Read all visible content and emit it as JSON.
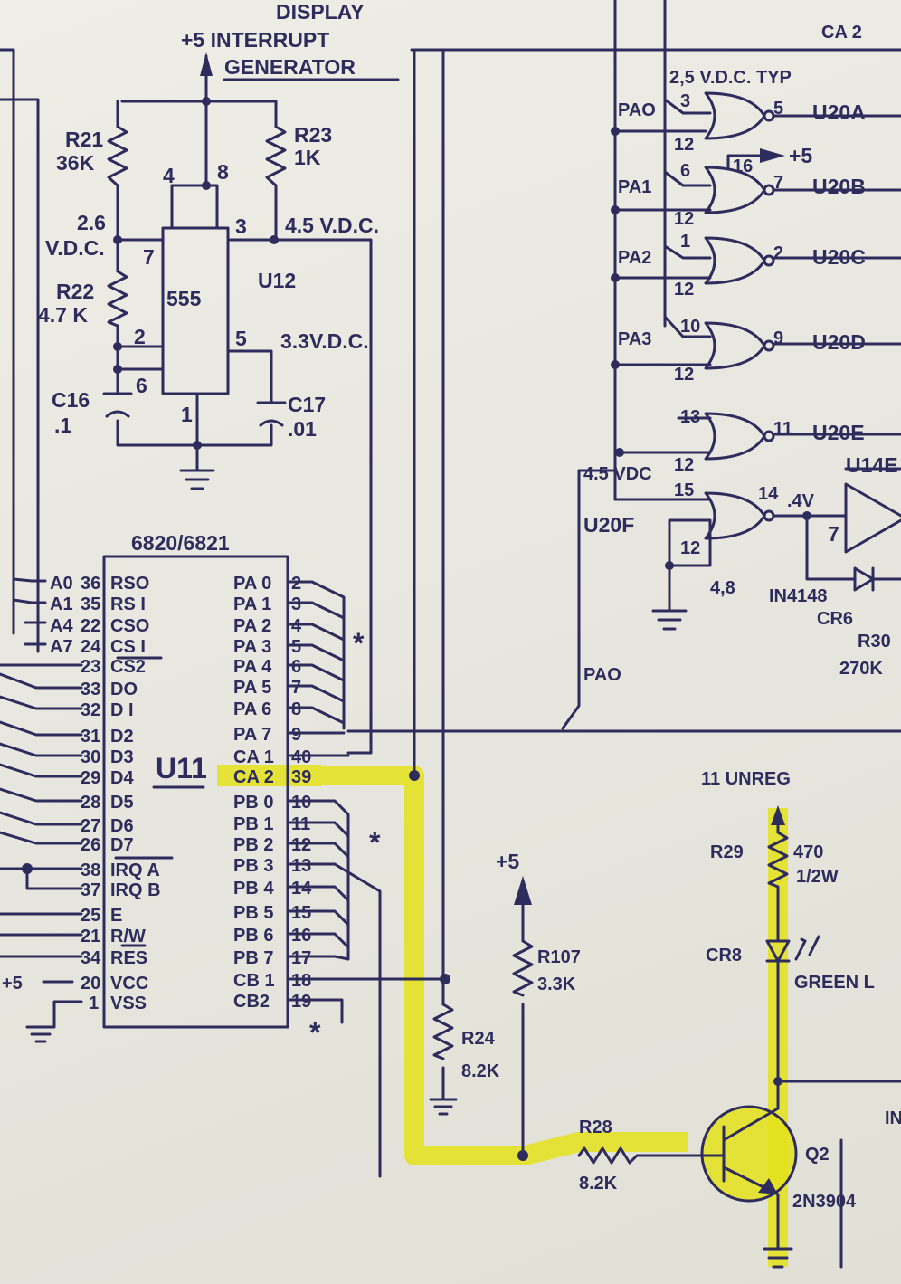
{
  "title_block": {
    "line1": "DISPLAY",
    "line2": "+5 INTERRUPT",
    "line3": "GENERATOR"
  },
  "timer": {
    "chip": "555",
    "ref": "U12",
    "r21": "R21",
    "r21_val": "36K",
    "r23": "R23",
    "r23_val": "1K",
    "r22": "R22",
    "r22_val": "4.7 K",
    "c16": "C16",
    "c16_val": ".1",
    "c17": "C17",
    "c17_val": ".01",
    "v_pin7_a": "2.6",
    "v_pin7_b": "V.D.C.",
    "v_pin3": "4.5 V.D.C.",
    "v_pin5": "3.3V.D.C.",
    "pins": {
      "p4": "4",
      "p8": "8",
      "p3": "3",
      "p7": "7",
      "p2": "2",
      "p6": "6",
      "p5": "5",
      "p1": "1"
    }
  },
  "pia": {
    "part": "6820/6821",
    "ref": "U11",
    "left_pins": [
      {
        "sig": "A0",
        "num": "36",
        "name": "RSO"
      },
      {
        "sig": "A1",
        "num": "35",
        "name": "RS I"
      },
      {
        "sig": "A4",
        "num": "22",
        "name": "CSO"
      },
      {
        "sig": "A7",
        "num": "24",
        "name": "CS I"
      },
      {
        "sig": "",
        "num": "23",
        "name": "CS2"
      },
      {
        "sig": "",
        "num": "33",
        "name": "DO"
      },
      {
        "sig": "",
        "num": "32",
        "name": "D I"
      },
      {
        "sig": "",
        "num": "31",
        "name": "D2"
      },
      {
        "sig": "",
        "num": "30",
        "name": "D3"
      },
      {
        "sig": "",
        "num": "29",
        "name": "D4"
      },
      {
        "sig": "",
        "num": "28",
        "name": "D5"
      },
      {
        "sig": "",
        "num": "27",
        "name": "D6"
      },
      {
        "sig": "",
        "num": "26",
        "name": "D7"
      },
      {
        "sig": "",
        "num": "38",
        "name": "IRQ A"
      },
      {
        "sig": "",
        "num": "37",
        "name": "IRQ B"
      },
      {
        "sig": "",
        "num": "25",
        "name": "E"
      },
      {
        "sig": "",
        "num": "21",
        "name": "R/W"
      },
      {
        "sig": "",
        "num": "34",
        "name": "RES"
      },
      {
        "sig": "+5",
        "num": "20",
        "name": "VCC"
      },
      {
        "sig": "",
        "num": "1",
        "name": "VSS"
      }
    ],
    "right_pins": [
      {
        "name": "PA 0",
        "num": "2"
      },
      {
        "name": "PA 1",
        "num": "3"
      },
      {
        "name": "PA 2",
        "num": "4"
      },
      {
        "name": "PA 3",
        "num": "5"
      },
      {
        "name": "PA 4",
        "num": "6"
      },
      {
        "name": "PA 5",
        "num": "7"
      },
      {
        "name": "PA 6",
        "num": "8"
      },
      {
        "name": "PA 7",
        "num": "9"
      },
      {
        "name": "CA 1",
        "num": "40"
      },
      {
        "name": "CA 2",
        "num": "39"
      },
      {
        "name": "PB 0",
        "num": "10"
      },
      {
        "name": "PB 1",
        "num": "11"
      },
      {
        "name": "PB 2",
        "num": "12"
      },
      {
        "name": "PB 3",
        "num": "13"
      },
      {
        "name": "PB 4",
        "num": "14"
      },
      {
        "name": "PB 5",
        "num": "15"
      },
      {
        "name": "PB 6",
        "num": "16"
      },
      {
        "name": "PB 7",
        "num": "17"
      },
      {
        "name": "CB 1",
        "num": "18"
      },
      {
        "name": "CB2",
        "num": "19"
      }
    ],
    "star": "*"
  },
  "gates": {
    "ca2_label": "CA 2",
    "typ": "2,5 V.D.C. TYP",
    "plus5": "+5",
    "pin16": "16",
    "list": [
      {
        "ref": "U20A",
        "in_label": "PAO",
        "in1": "3",
        "in2": "12",
        "out": "5"
      },
      {
        "ref": "U20B",
        "in_label": "PA1",
        "in1": "6",
        "in2": "12",
        "out": "7"
      },
      {
        "ref": "U20C",
        "in_label": "PA2",
        "in1": "1",
        "in2": "12",
        "out": "2"
      },
      {
        "ref": "U20D",
        "in_label": "PA3",
        "in1": "10",
        "in2": "12",
        "out": "9"
      },
      {
        "ref": "U20E",
        "in_label": "",
        "in1": "13",
        "in2": "12",
        "out": "11"
      },
      {
        "ref": "U20F",
        "in_label": "",
        "in1": "12",
        "in2": "15",
        "out": "14"
      }
    ],
    "vdc": "4.5 VDC",
    "pin48": "4,8",
    "v04": ".4V",
    "u14e": "U14E",
    "u14_pin": "7",
    "cr6_part": "IN4148",
    "cr6": "CR6",
    "r30": "R30",
    "r30_val": "270K",
    "pa0_bus": "PAO"
  },
  "driver": {
    "unreg": "11 UNREG",
    "r29": "R29",
    "r29_val": "470",
    "r29_w": "1/2W",
    "cr8": "CR8",
    "led": "GREEN L",
    "r107": "R107",
    "r107_val": "3.3K",
    "plus5": "+5",
    "r24": "R24",
    "r24_val": "8.2K",
    "r28": "R28",
    "r28_val": "8.2K",
    "q2": "Q2",
    "q2_part": "2N3904",
    "edge": "IN"
  },
  "colors": {
    "ink": "#2e2c5c",
    "highlight": "#e4e21a",
    "paper": "#eceae3"
  }
}
